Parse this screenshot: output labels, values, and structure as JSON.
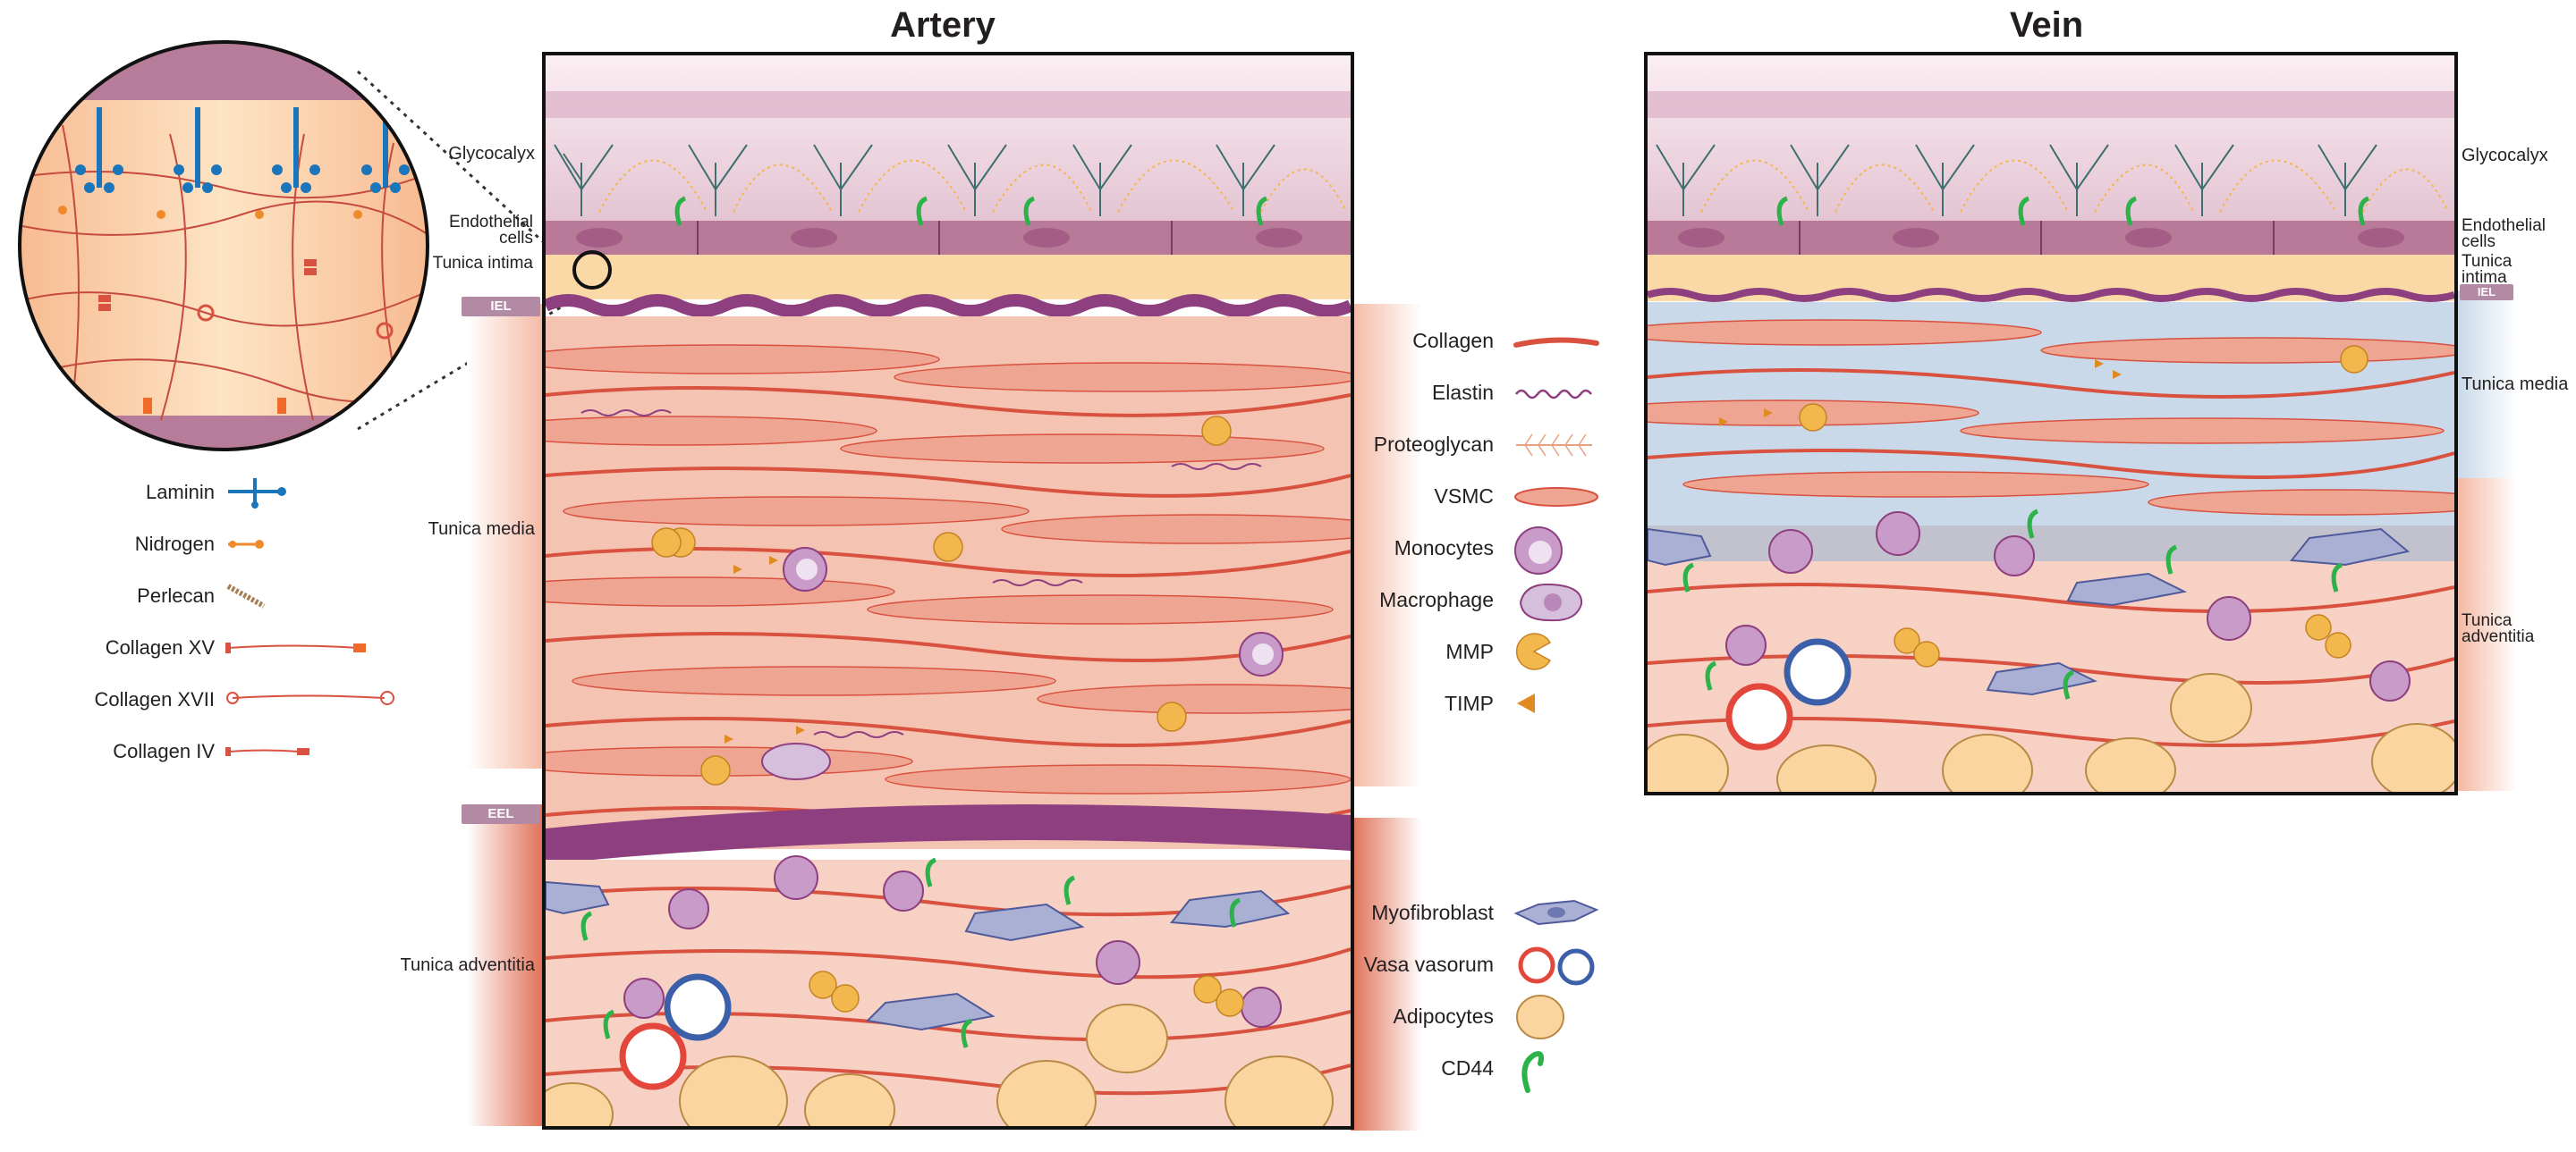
{
  "titles": {
    "artery": "Artery",
    "vein": "Vein"
  },
  "artery_labels": {
    "glycocalyx": "Glycocalyx",
    "endothelial": "Endothelial cells",
    "intima": "Tunica intima",
    "iel": "IEL",
    "media": "Tunica media",
    "eel": "EEL",
    "adventitia": "Tunica adventitia"
  },
  "vein_labels": {
    "glycocalyx": "Glycocalyx",
    "endothelial": "Endothelial cells",
    "intima": "Tunica intima",
    "iel": "IEL",
    "media": "Tunica media",
    "adventitia": "Tunica adventitia"
  },
  "basement_legend": [
    {
      "label": "Laminin",
      "icon": "laminin-icon"
    },
    {
      "label": "Nidrogen",
      "icon": "nidrogen-icon"
    },
    {
      "label": "Perlecan",
      "icon": "perlecan-icon"
    },
    {
      "label": "Collagen XV",
      "icon": "collagen-xv-icon"
    },
    {
      "label": "Collagen XVII",
      "icon": "collagen-xvii-icon"
    },
    {
      "label": "Collagen IV",
      "icon": "collagen-iv-icon"
    }
  ],
  "legend_upper": [
    {
      "label": "Collagen",
      "icon": "collagen-icon"
    },
    {
      "label": "Elastin",
      "icon": "elastin-icon"
    },
    {
      "label": "Proteoglycan",
      "icon": "proteoglycan-icon"
    },
    {
      "label": "VSMC",
      "icon": "vsmc-icon"
    },
    {
      "label": "Monocytes",
      "icon": "monocyte-icon"
    },
    {
      "label": "Macrophage",
      "icon": "macrophage-icon"
    },
    {
      "label": "MMP",
      "icon": "mmp-icon"
    },
    {
      "label": "TIMP",
      "icon": "timp-icon"
    }
  ],
  "legend_lower": [
    {
      "label": "Myofibroblast",
      "icon": "myofibroblast-icon"
    },
    {
      "label": "Vasa vasorum",
      "icon": "vasa-vasorum-icon"
    },
    {
      "label": "Adipocytes",
      "icon": "adipocyte-icon"
    },
    {
      "label": "CD44",
      "icon": "cd44-icon"
    }
  ],
  "colors": {
    "glycocalyx": "#e8cfd9",
    "endothelium": "#b97a9a",
    "intima": "#fbd9a6",
    "media_artery": "#f5c3b2",
    "media_vein": "#c9d9ea",
    "adventitia": "#f7d2c4",
    "collagen": "#d9513f",
    "elastin": "#8e3f7f",
    "mmp": "#f2b74d"
  }
}
